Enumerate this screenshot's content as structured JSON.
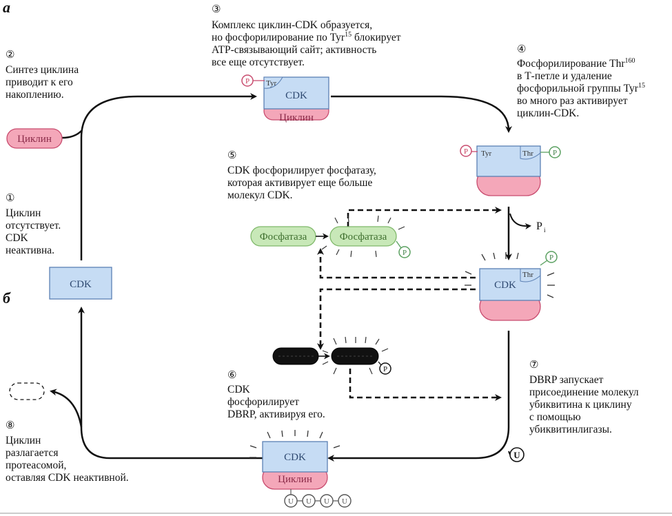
{
  "panels": {
    "a": "а",
    "b": "б"
  },
  "steps": {
    "s1": {
      "num": "①",
      "lines": [
        "Циклин",
        "отсутствует.",
        "CDK",
        "неактивна."
      ]
    },
    "s2": {
      "num": "②",
      "lines": [
        "Синтез циклина",
        "приводит к его",
        "накоплению."
      ]
    },
    "s3": {
      "num": "③",
      "lines": [
        "Комплекс циклин-CDK образуется,",
        "но фосфорилирование по Tyr",
        "ATP-связывающий сайт; активность",
        "все еще отсутствует."
      ],
      "sup": "15",
      "line2_tail": " блокирует"
    },
    "s4": {
      "num": "④",
      "lines": [
        "Фосфорилирование Thr",
        "в Т-петле и удаление",
        "фосфорильной группы Tyr",
        "во много раз активирует",
        "циклин-CDK."
      ],
      "sup1": "160",
      "sup3": "15"
    },
    "s5": {
      "num": "⑤",
      "lines": [
        "CDK фосфорилирует фосфатазу,",
        "которая активирует еще больше",
        "молекул CDK."
      ]
    },
    "s6": {
      "num": "⑥",
      "lines": [
        "CDK",
        "фосфорилирует",
        "DBRP, активируя его."
      ]
    },
    "s7": {
      "num": "⑦",
      "lines": [
        "DBRP запускает",
        "присоединение молекул",
        "убиквитина к циклину",
        "с помощью",
        "убиквитинлигазы."
      ]
    },
    "s8": {
      "num": "⑧",
      "lines": [
        "Циклин",
        "разлагается",
        "протеасомой,",
        "оставляя CDK неактивной."
      ]
    }
  },
  "molecules": {
    "cdk": "CDK",
    "cyclin": "Циклин",
    "phosphatase": "Фосфатаза",
    "tyr": "Tyr",
    "thr": "Thr",
    "p": "P",
    "pi": "P",
    "pi_sub": "i",
    "u": "U"
  },
  "colors": {
    "cdk_fill": "#c6dcf4",
    "cdk_stroke": "#5a7fb3",
    "cyclin_fill": "#f4a7b9",
    "cyclin_stroke": "#c84b6e",
    "phosphatase_fill": "#c8e8b8",
    "phosphatase_stroke": "#7fb86a",
    "p_red": "#c8405f",
    "p_green": "#5aa060",
    "dbrp_fill": "#111111"
  }
}
